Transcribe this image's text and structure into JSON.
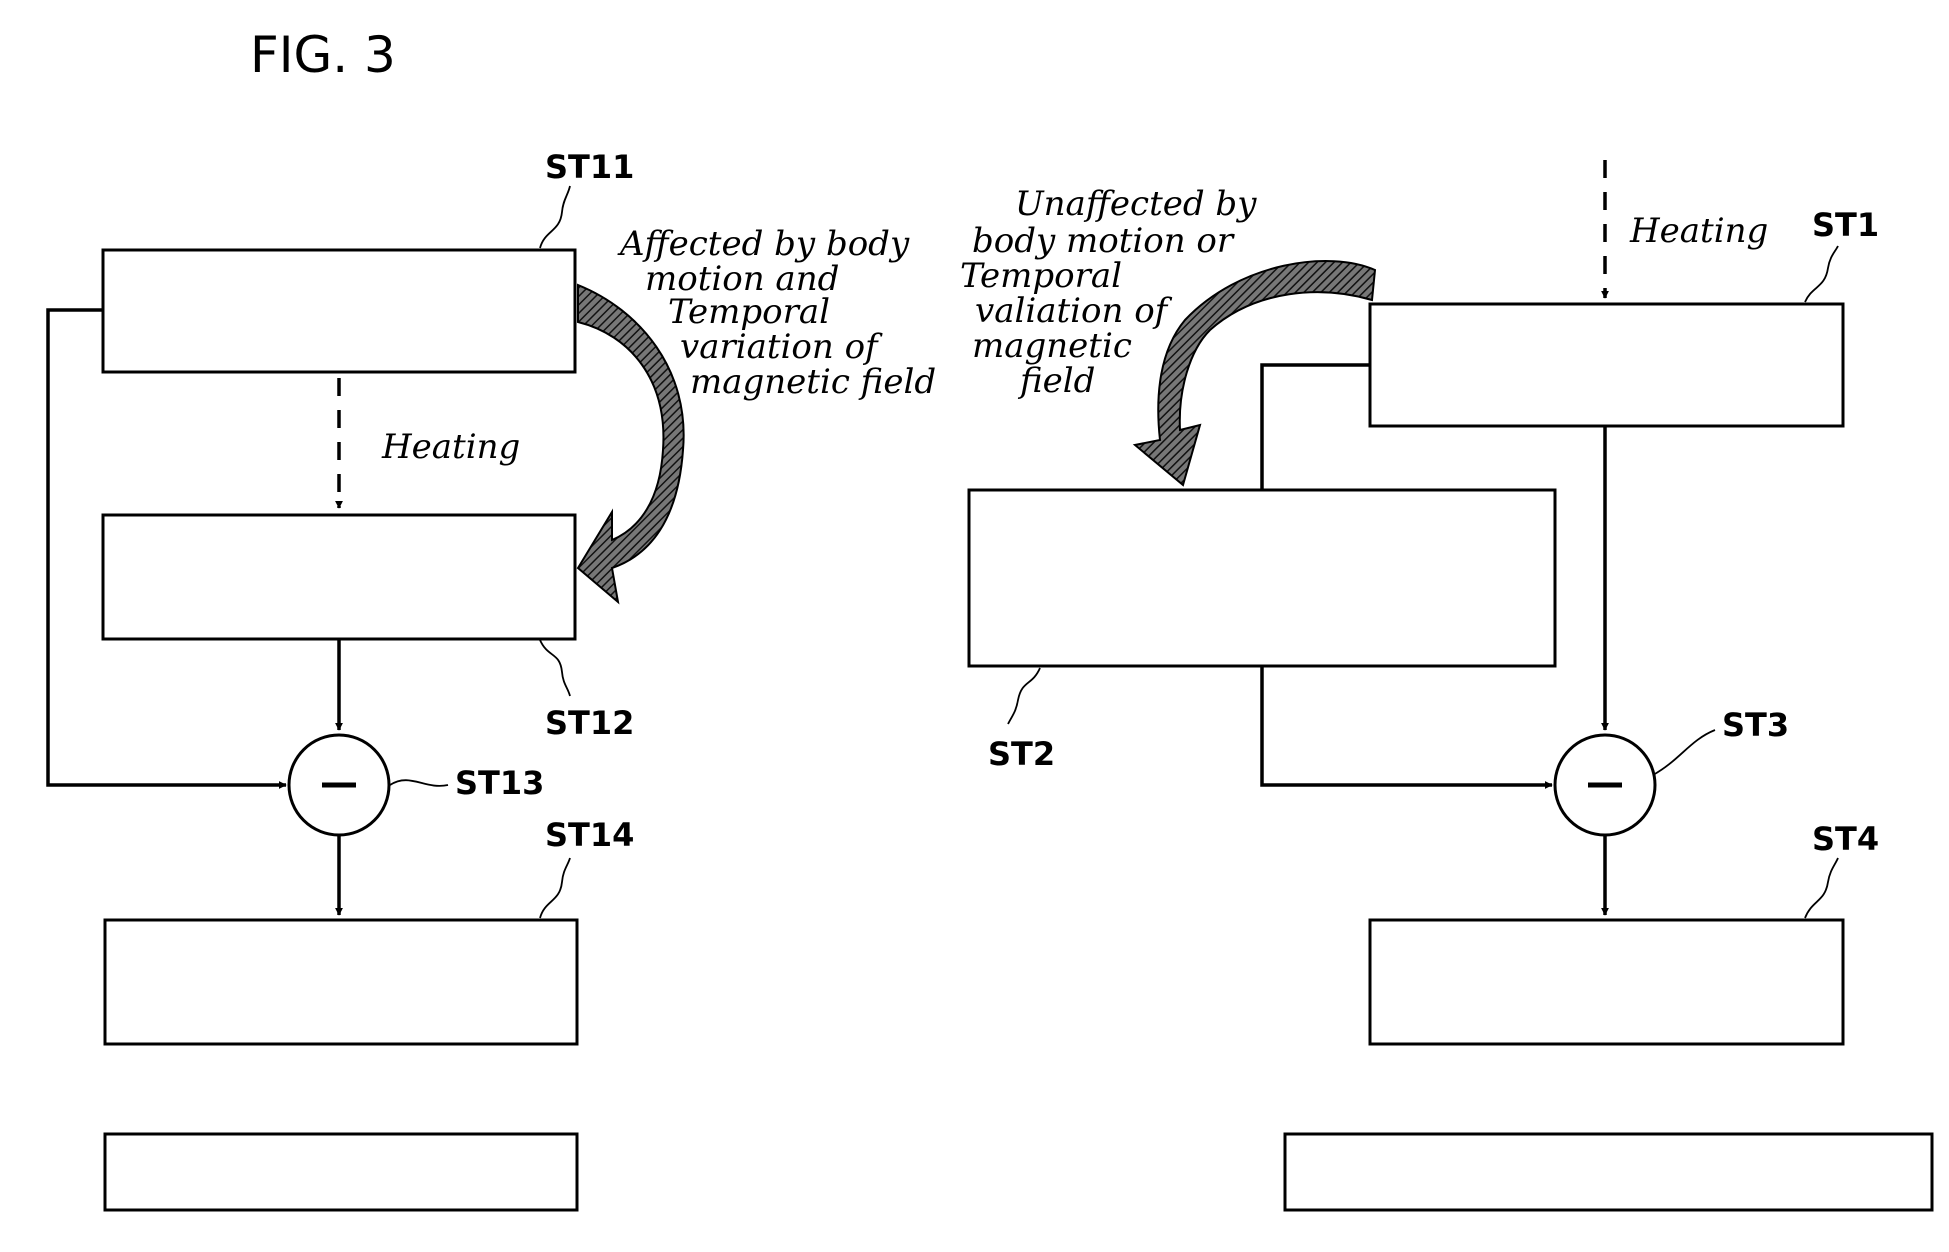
{
  "figure": {
    "title": "FIG. 3"
  },
  "left": {
    "st11": "ST11",
    "st12": "ST12",
    "st13": "ST13",
    "st14": "ST14",
    "heating": "Heating",
    "note": [
      "Affected by body",
      "motion and",
      "Temporal",
      "variation of",
      "magnetic field"
    ]
  },
  "right": {
    "st1": "ST1",
    "st2": "ST2",
    "st3": "ST3",
    "st4": "ST4",
    "heating": "Heating",
    "note": [
      "Unaffected by",
      "body motion or",
      "Temporal",
      "valiation of",
      "magnetic",
      "field"
    ]
  },
  "operator": {
    "minus": "−"
  },
  "colors": {
    "ink": "#000000",
    "paper": "#ffffff"
  }
}
